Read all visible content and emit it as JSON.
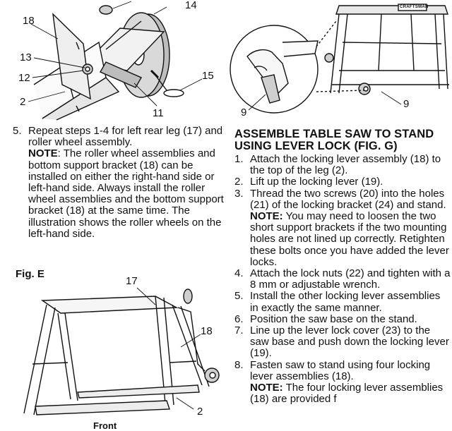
{
  "fig_d": {
    "callouts": [
      "18",
      "14",
      "13",
      "12",
      "2",
      "15",
      "11"
    ]
  },
  "fig_f": {
    "badge": "CRAFTSMAN",
    "callouts": [
      "9",
      "9"
    ]
  },
  "step5": {
    "number": "5.",
    "text": "Repeat steps 1-4 for left rear leg (17) and roller wheel assembly.",
    "note_label": "NOTE",
    "note_text": ": The roller wheel assemblies and bottom support bracket (18) can be installed on either the right-hand side or left-hand side. Always install the roller wheel assemblies and the bottom support bracket (18) at the same time. The illustration shows the roller wheels on the left-hand side."
  },
  "fig_e": {
    "caption": "Fig. E",
    "callouts": [
      "17",
      "18",
      "2"
    ],
    "front_label": "Front"
  },
  "section": {
    "heading": "ASSEMBLE TABLE SAW TO STAND USING LEVER LOCK (FIG. G)",
    "steps": [
      {
        "num": "1.",
        "text": "Attach the locking lever assembly (18) to the top of the leg (2)."
      },
      {
        "num": "2.",
        "text": "Lift up the locking lever (19)."
      },
      {
        "num": "3.",
        "text": "Thread the two screws (20) into the holes (21) of the locking bracket (24) and stand.",
        "note_label": "NOTE:",
        "note_text": " You may need to loosen the two short support brackets if the two mounting holes are not lined up correctly. Retighten these bolts once you have added the lever locks."
      },
      {
        "num": "4.",
        "text": "Attach the lock nuts (22) and tighten with a 8 mm or adjustable wrench."
      },
      {
        "num": "5.",
        "text": "Install the other locking lever assemblies in exactly the same manner."
      },
      {
        "num": "6.",
        "text": "Position the saw base on the stand."
      },
      {
        "num": "7.",
        "text": "Line up the lever lock cover (23) to the saw base and push down the locking lever (19)."
      },
      {
        "num": "8.",
        "text": "Fasten saw to stand using four locking lever assemblies (18).",
        "note_label": "NOTE:",
        "note_text": " The four locking lever assemblies (18) are provided f"
      }
    ]
  }
}
